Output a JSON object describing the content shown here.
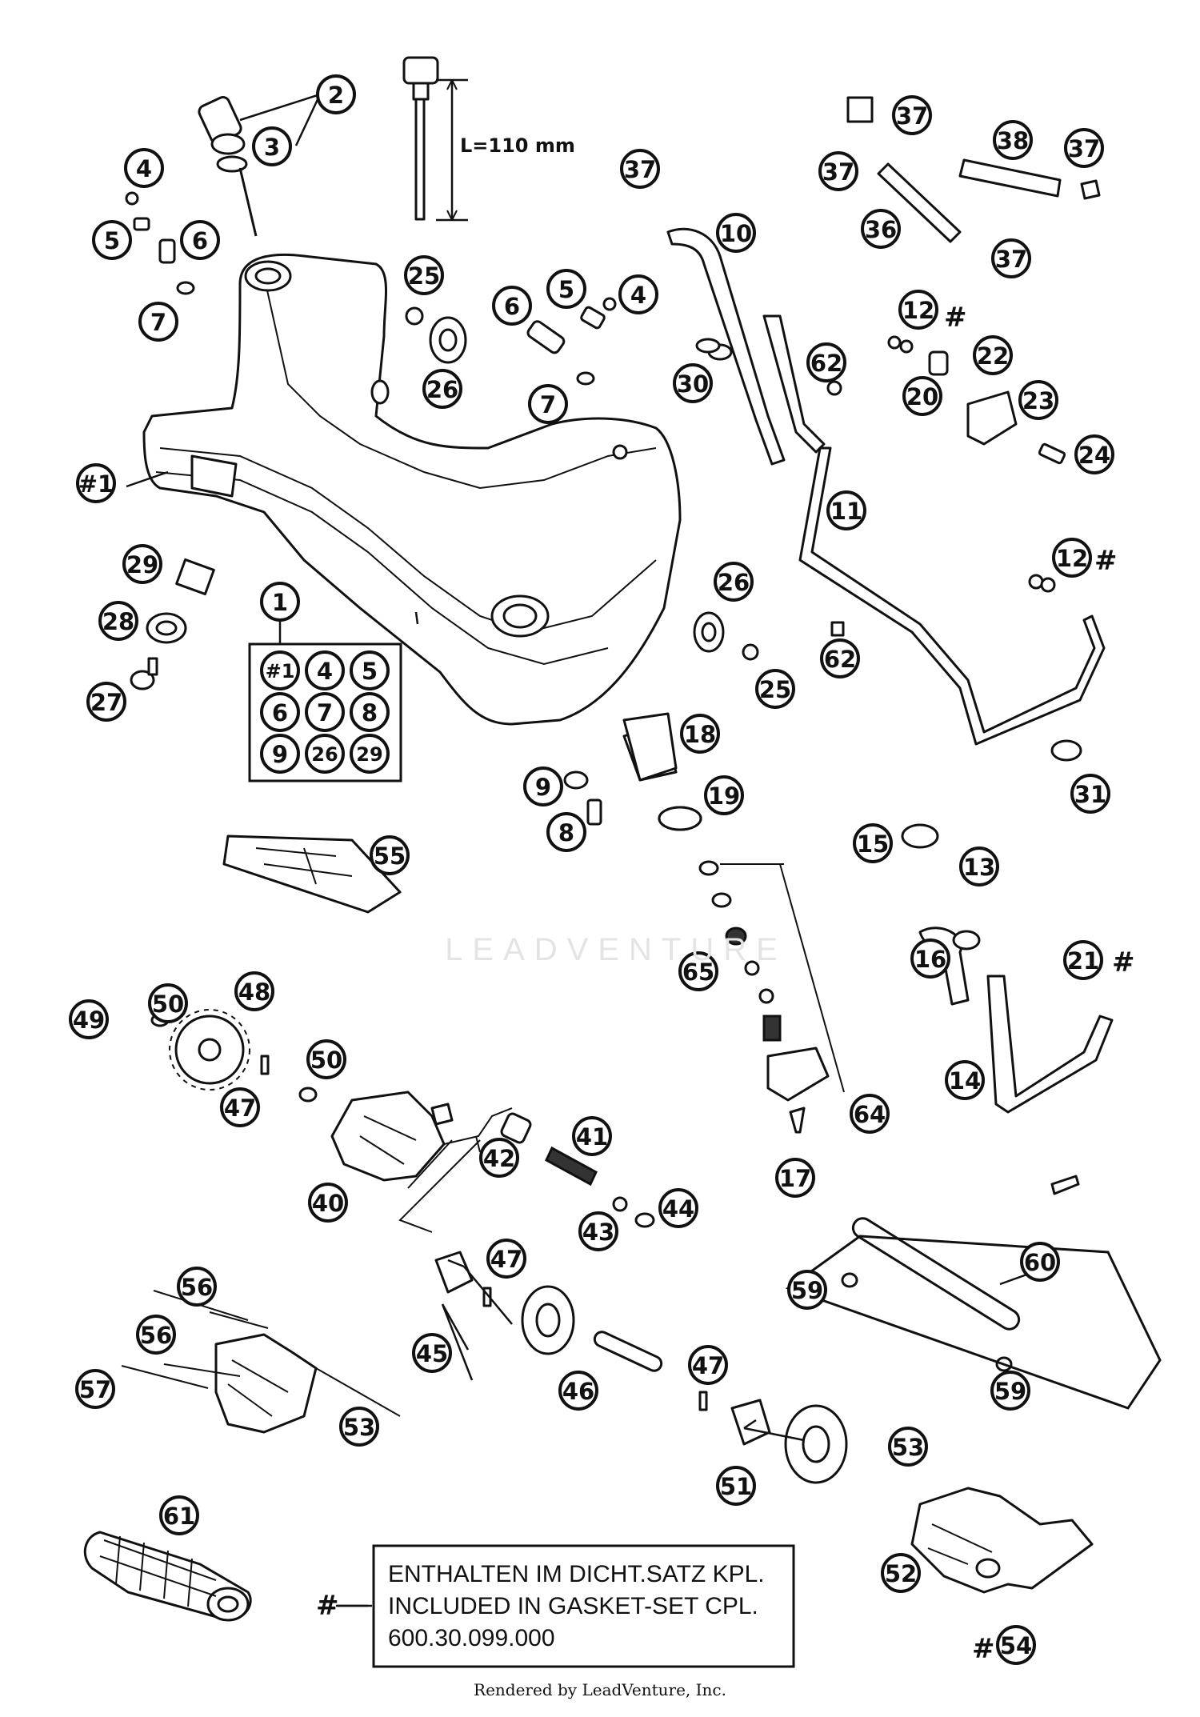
{
  "dimension_label": "L=110 mm",
  "note": {
    "marker": "#",
    "lines": [
      "ENTHALTEN IM DICHT.SATZ KPL.",
      "INCLUDED IN GASKET-SET CPL.",
      "600.30.099.000"
    ]
  },
  "kit_label": "1",
  "kit_items": [
    "#1",
    "4",
    "5",
    "6",
    "7",
    "8",
    "9",
    "26",
    "29"
  ],
  "watermark": "LEADVENTURE",
  "footer": "Rendered by LeadVenture, Inc.",
  "callouts": [
    {
      "label": "2"
    },
    {
      "label": "3"
    },
    {
      "label": "4"
    },
    {
      "label": "5"
    },
    {
      "label": "6"
    },
    {
      "label": "7"
    },
    {
      "label": "#1"
    },
    {
      "label": "25"
    },
    {
      "label": "26"
    },
    {
      "label": "6"
    },
    {
      "label": "5"
    },
    {
      "label": "4"
    },
    {
      "label": "7"
    },
    {
      "label": "37"
    },
    {
      "label": "10"
    },
    {
      "label": "30"
    },
    {
      "label": "62"
    },
    {
      "label": "37"
    },
    {
      "label": "37"
    },
    {
      "label": "38"
    },
    {
      "label": "37"
    },
    {
      "label": "36"
    },
    {
      "label": "37"
    },
    {
      "label": "12"
    },
    {
      "label": "22"
    },
    {
      "label": "20"
    },
    {
      "label": "23"
    },
    {
      "label": "24"
    },
    {
      "label": "11"
    },
    {
      "label": "12"
    },
    {
      "label": "29"
    },
    {
      "label": "28"
    },
    {
      "label": "27"
    },
    {
      "label": "26"
    },
    {
      "label": "25"
    },
    {
      "label": "62"
    },
    {
      "label": "18"
    },
    {
      "label": "9"
    },
    {
      "label": "19"
    },
    {
      "label": "8"
    },
    {
      "label": "31"
    },
    {
      "label": "55"
    },
    {
      "label": "15"
    },
    {
      "label": "13"
    },
    {
      "label": "65"
    },
    {
      "label": "16"
    },
    {
      "label": "21"
    },
    {
      "label": "14"
    },
    {
      "label": "64"
    },
    {
      "label": "17"
    },
    {
      "label": "50"
    },
    {
      "label": "48"
    },
    {
      "label": "49"
    },
    {
      "label": "50"
    },
    {
      "label": "47"
    },
    {
      "label": "41"
    },
    {
      "label": "42"
    },
    {
      "label": "40"
    },
    {
      "label": "43"
    },
    {
      "label": "44"
    },
    {
      "label": "47"
    },
    {
      "label": "60"
    },
    {
      "label": "56"
    },
    {
      "label": "56"
    },
    {
      "label": "45"
    },
    {
      "label": "59"
    },
    {
      "label": "57"
    },
    {
      "label": "47"
    },
    {
      "label": "46"
    },
    {
      "label": "53"
    },
    {
      "label": "59"
    },
    {
      "label": "53"
    },
    {
      "label": "51"
    },
    {
      "label": "61"
    },
    {
      "label": "52"
    },
    {
      "label": "54"
    }
  ]
}
